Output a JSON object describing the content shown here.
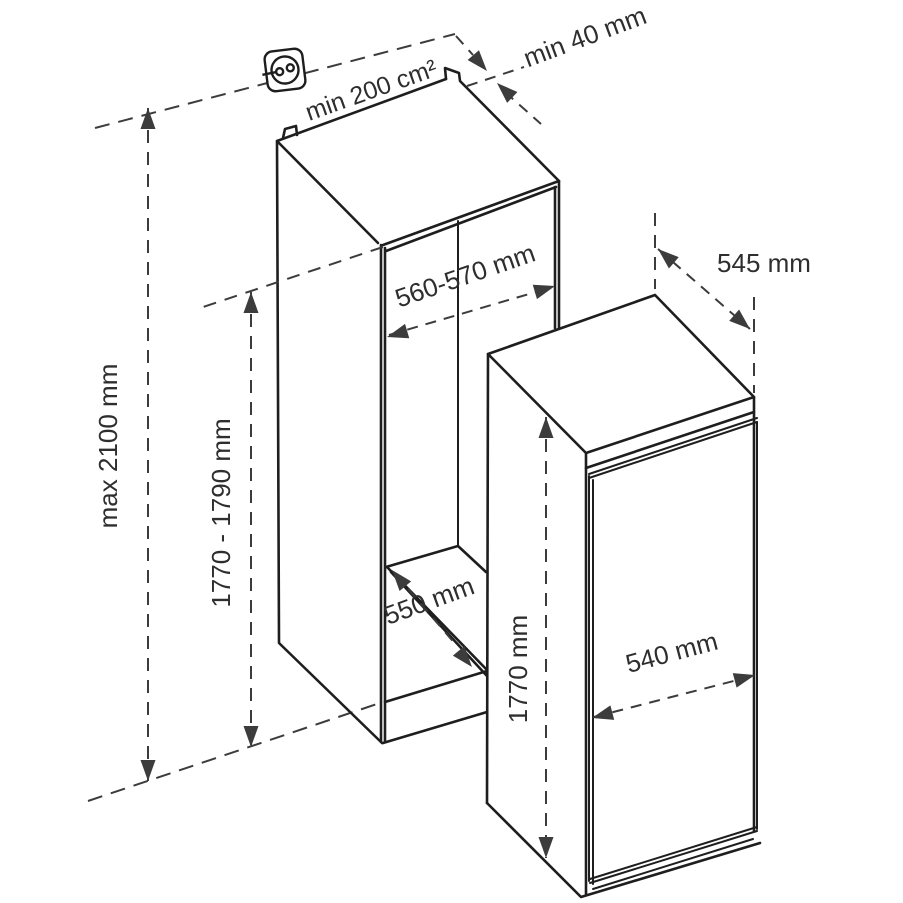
{
  "diagram": {
    "title": "built-in appliance installation dimensions",
    "labels": {
      "vent_area": "min 200 cm²",
      "rear_gap": "min 40 mm",
      "niche_width": "560-570 mm",
      "appliance_depth": "545 mm",
      "total_height": "max 2100 mm",
      "niche_height": "1770 - 1790 mm",
      "niche_depth": "550 mm",
      "appliance_height": "1770 mm",
      "appliance_width": "540 mm"
    },
    "icons": {
      "power_socket": "power-socket-icon"
    },
    "colors": {
      "line": "#1e1e1e",
      "dimension": "#3c3c3c",
      "background": "#ffffff"
    }
  }
}
